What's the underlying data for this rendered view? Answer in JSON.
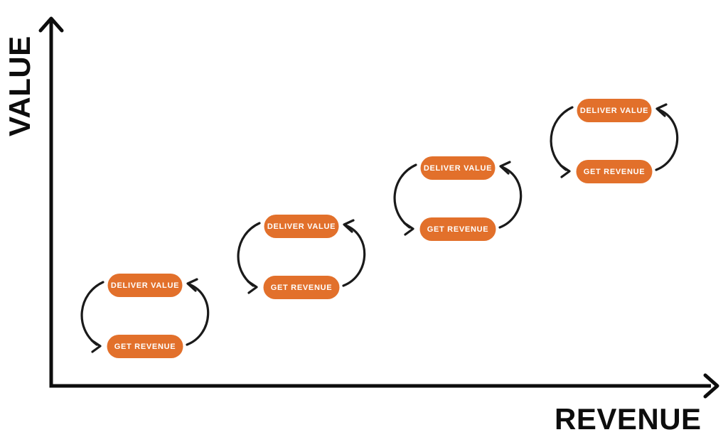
{
  "diagram": {
    "y_axis_label": "VALUE",
    "x_axis_label": "REVENUE",
    "cycles": [
      {
        "top_label": "DELIVER VALUE",
        "bottom_label": "GET REVENUE"
      },
      {
        "top_label": "DELIVER VALUE",
        "bottom_label": "GET REVENUE"
      },
      {
        "top_label": "DELIVER VALUE",
        "bottom_label": "GET REVENUE"
      },
      {
        "top_label": "DELIVER VALUE",
        "bottom_label": "GET REVENUE"
      }
    ],
    "colors": {
      "pill_orange": "#E2702B",
      "axis_black": "#0d0d0d",
      "arrow_black": "#1a1a1a",
      "pill_text_white": "#ffffff"
    }
  }
}
